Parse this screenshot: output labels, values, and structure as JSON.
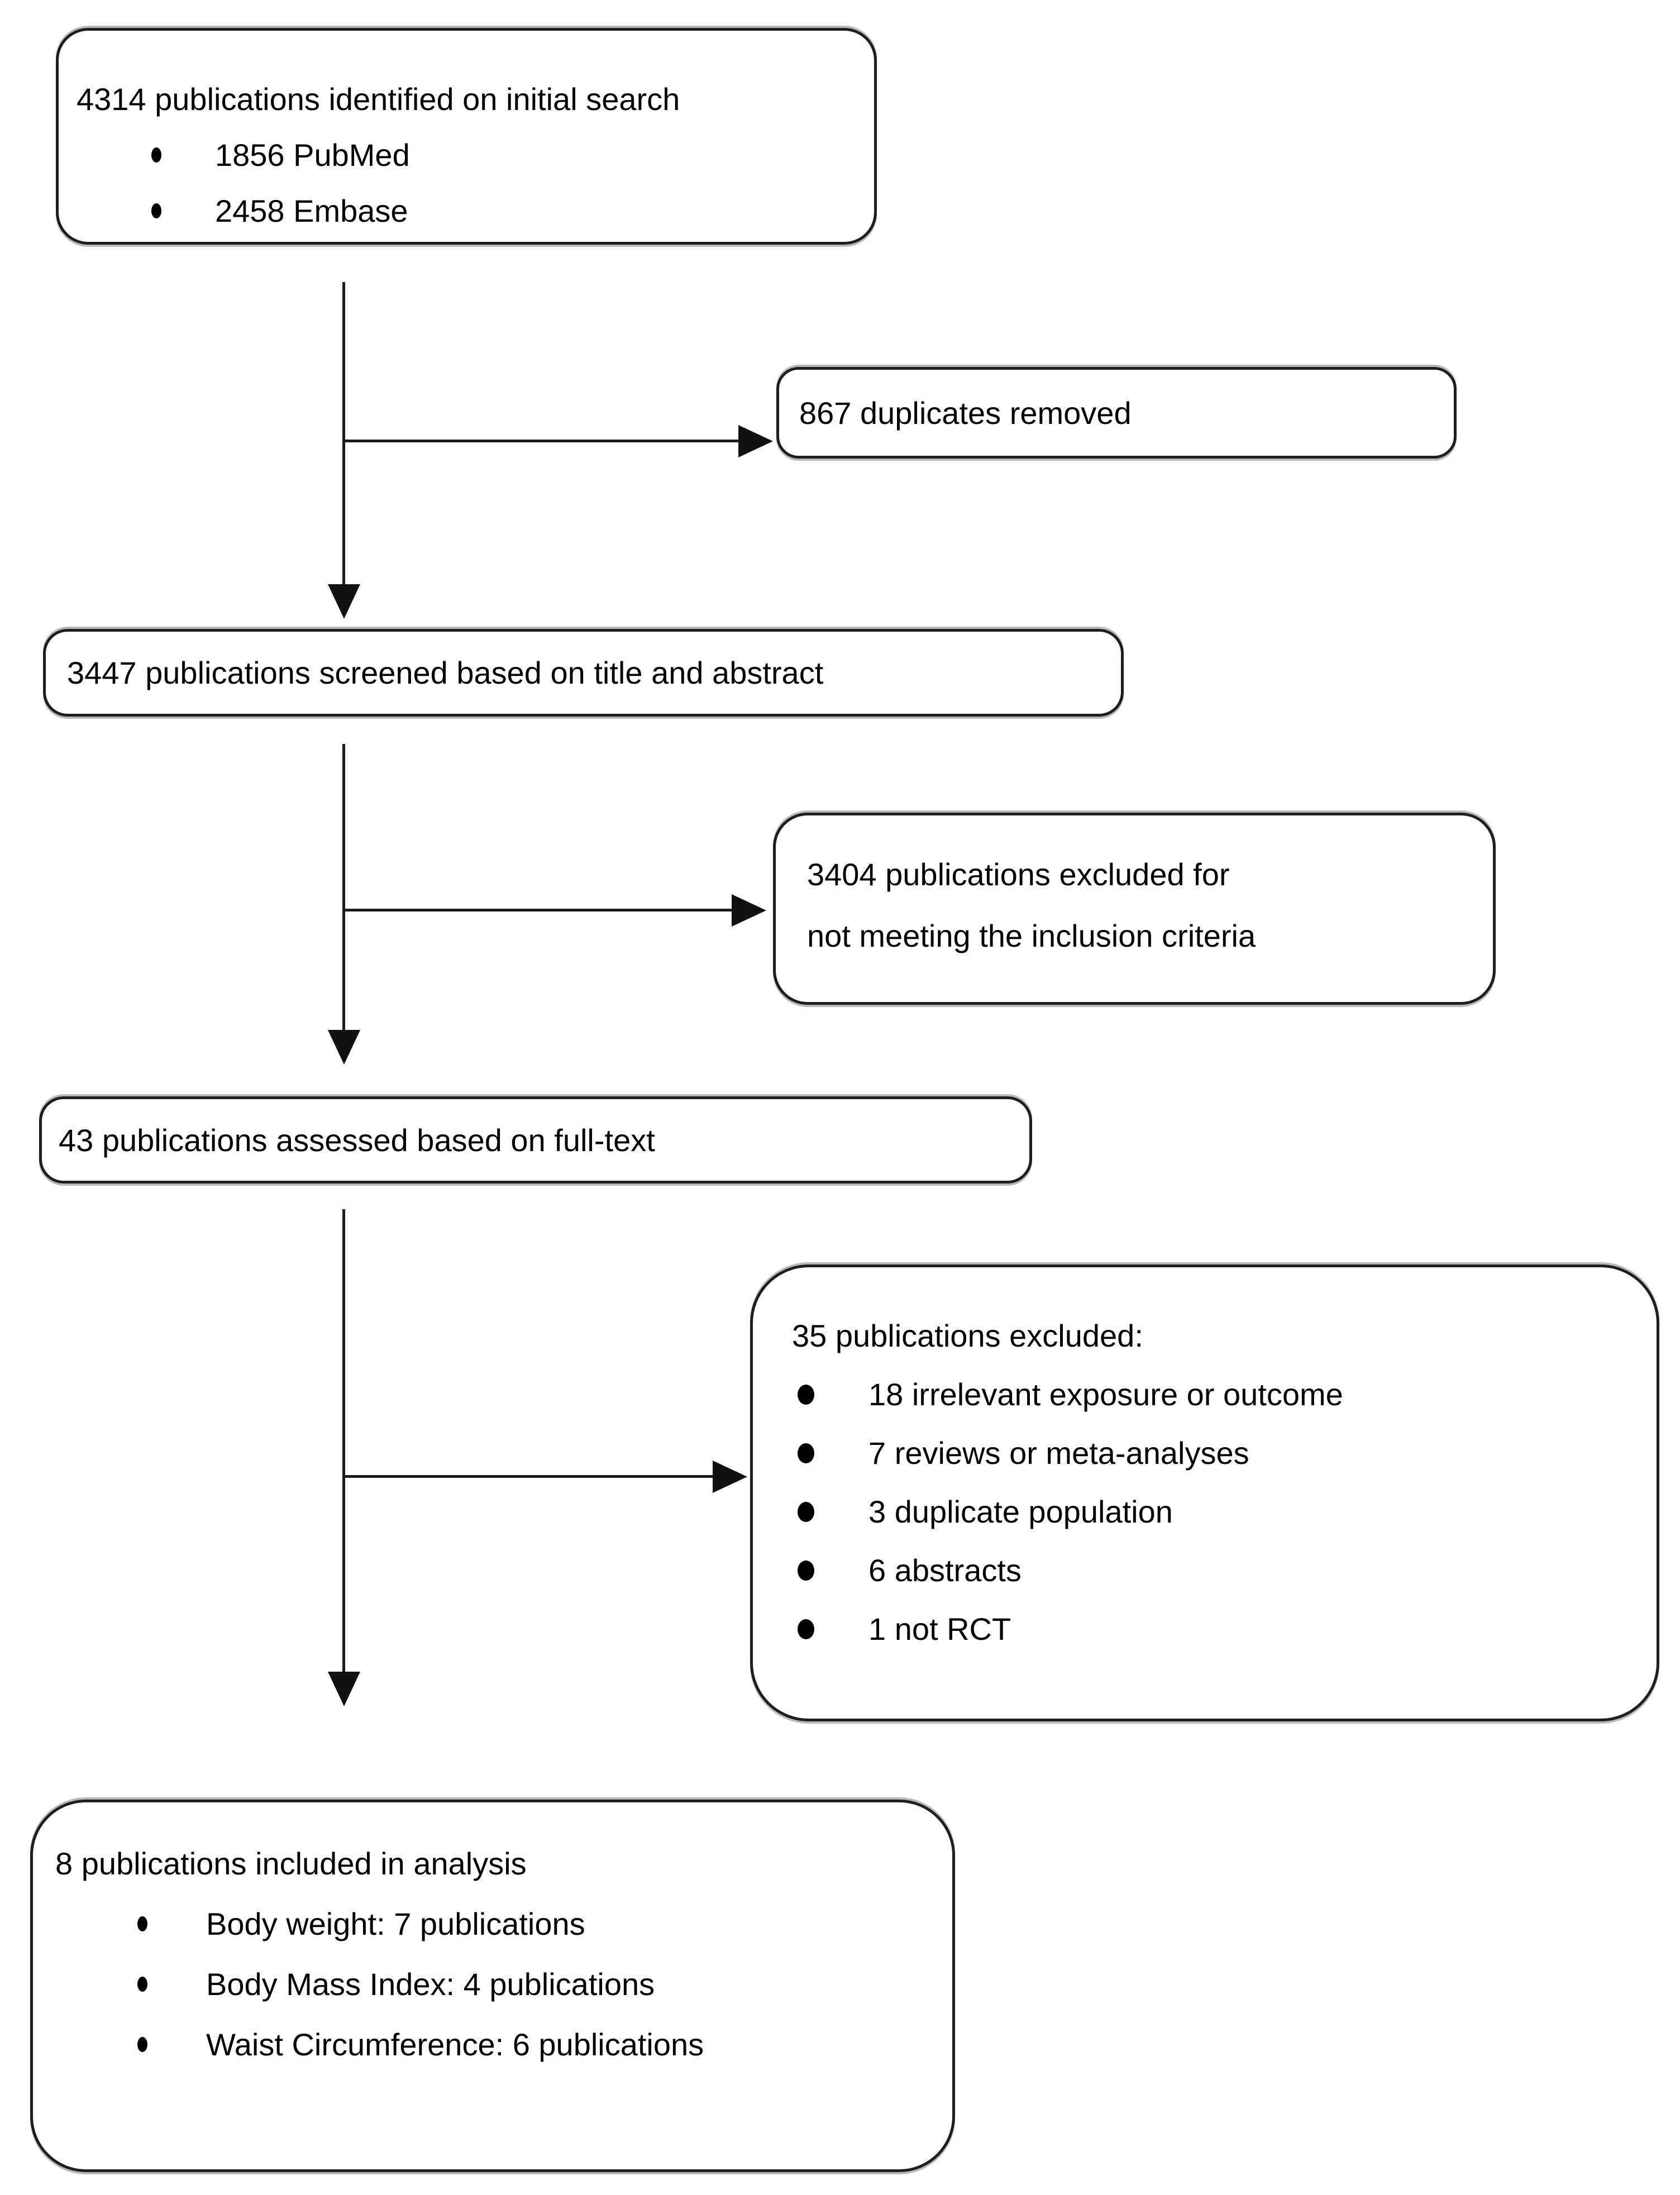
{
  "figure": {
    "type": "prisma-flow-diagram",
    "background_color": "#ffffff",
    "line_color": "#1c1c1c",
    "text_color": "#000000"
  },
  "boxes": {
    "identified": {
      "title": "4314 publications identified on initial search",
      "bullets": [
        "1856 PubMed",
        "2458 Embase"
      ]
    },
    "duplicates_removed": {
      "label": "867 duplicates removed"
    },
    "screened": {
      "label": "3447 publications screened based on title and abstract"
    },
    "excluded_screening": {
      "lines": [
        "3404 publications excluded for",
        "not meeting the inclusion criteria"
      ]
    },
    "fulltext_assessed": {
      "label": "43 publications assessed based on full-text"
    },
    "excluded_fulltext": {
      "title": "35 publications excluded:",
      "bullets": [
        "18 irrelevant exposure or outcome",
        "7 reviews or meta-analyses",
        "3 duplicate population",
        "6 abstracts",
        "1 not RCT"
      ]
    },
    "included": {
      "title": "8 publications included in analysis",
      "bullets": [
        "Body weight: 7 publications",
        "Body Mass Index: 4 publications",
        "Waist Circumference: 6 publications"
      ]
    }
  }
}
